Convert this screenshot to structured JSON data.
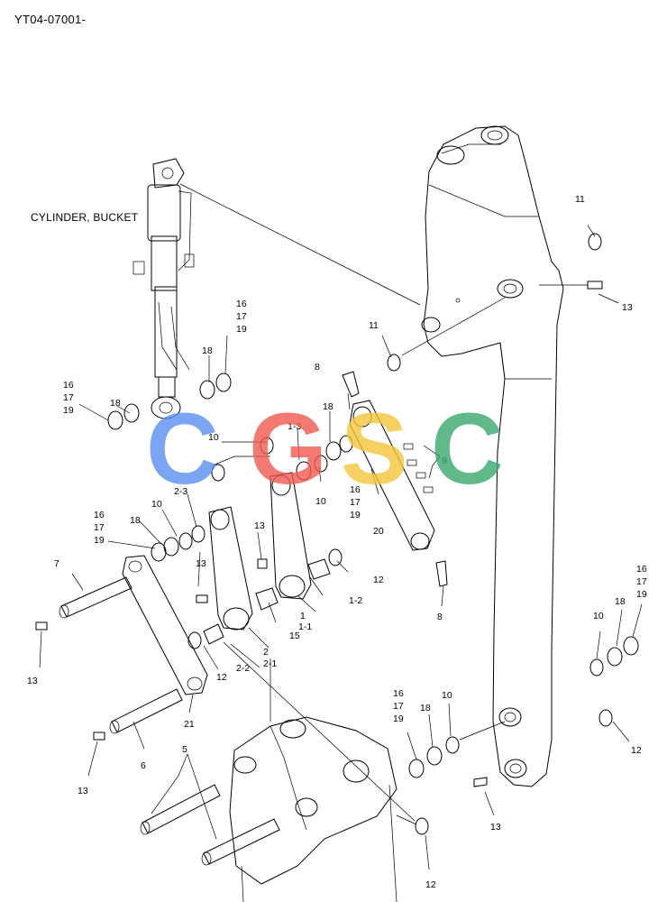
{
  "diagram_code": "YT04-07001-",
  "assembly_label": "CYLINDER, BUCKET",
  "watermark": {
    "letters": [
      "C",
      "G",
      "S",
      "C"
    ],
    "colors": [
      "#5b8ff0",
      "#ef5a4f",
      "#f5c63a",
      "#3aa86d"
    ]
  },
  "callouts": {
    "c1": "1",
    "c1_1": "1-1",
    "c1_2": "1-2",
    "c1_3": "1-3",
    "c2": "2",
    "c2_1": "2-1",
    "c2_2": "2-2",
    "c2_3": "2-3",
    "c5": "5",
    "c6": "6",
    "c7": "7",
    "c8a": "8",
    "c8b": "8",
    "c9": "9",
    "c10a": "10",
    "c10b": "10",
    "c10c": "10",
    "c10d": "10",
    "c10e": "10",
    "c11a": "11",
    "c11b": "11",
    "c12a": "12",
    "c12b": "12",
    "c12c": "12",
    "c12d": "12",
    "c13a": "13",
    "c13b": "13",
    "c13c": "13",
    "c13d": "13",
    "c13e": "13",
    "c13f": "13",
    "c15": "15",
    "g1": [
      "16",
      "17",
      "19"
    ],
    "g2": [
      "16",
      "17",
      "19"
    ],
    "g3": [
      "16",
      "17",
      "19"
    ],
    "g4": [
      "16",
      "17",
      "19"
    ],
    "g5": [
      "16",
      "17",
      "19"
    ],
    "g6": [
      "16",
      "17",
      "19"
    ],
    "c18a": "18",
    "c18b": "18",
    "c18c": "18",
    "c18d": "18",
    "c18e": "18",
    "c18f": "18",
    "c20": "20",
    "c21": "21"
  }
}
